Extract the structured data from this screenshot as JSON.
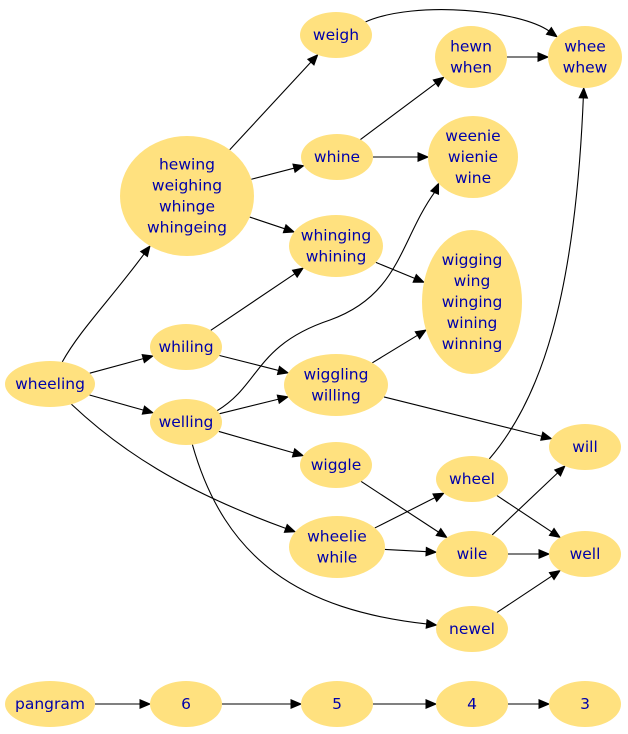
{
  "nodes": [
    {
      "id": "weigh",
      "lines": [
        "weigh"
      ]
    },
    {
      "id": "whee",
      "lines": [
        "whee",
        "whew"
      ]
    },
    {
      "id": "hewn",
      "lines": [
        "hewn",
        "when"
      ]
    },
    {
      "id": "hewing",
      "lines": [
        "hewing",
        "weighing",
        "whinge",
        "whingeing"
      ]
    },
    {
      "id": "whine",
      "lines": [
        "whine"
      ]
    },
    {
      "id": "weenie",
      "lines": [
        "weenie",
        "wienie",
        "wine"
      ]
    },
    {
      "id": "whinging",
      "lines": [
        "whinging",
        "whining"
      ]
    },
    {
      "id": "wigging",
      "lines": [
        "wigging",
        "wing",
        "winging",
        "wining",
        "winning"
      ]
    },
    {
      "id": "whiling",
      "lines": [
        "whiling"
      ]
    },
    {
      "id": "wheeling",
      "lines": [
        "wheeling"
      ]
    },
    {
      "id": "wiggling",
      "lines": [
        "wiggling",
        "willing"
      ]
    },
    {
      "id": "welling",
      "lines": [
        "welling"
      ]
    },
    {
      "id": "will",
      "lines": [
        "will"
      ]
    },
    {
      "id": "wiggle",
      "lines": [
        "wiggle"
      ]
    },
    {
      "id": "wheel",
      "lines": [
        "wheel"
      ]
    },
    {
      "id": "wheelie",
      "lines": [
        "wheelie",
        "while"
      ]
    },
    {
      "id": "wile",
      "lines": [
        "wile"
      ]
    },
    {
      "id": "well",
      "lines": [
        "well"
      ]
    },
    {
      "id": "newel",
      "lines": [
        "newel"
      ]
    },
    {
      "id": "pangram",
      "lines": [
        "pangram"
      ]
    },
    {
      "id": "r6",
      "lines": [
        "6"
      ]
    },
    {
      "id": "r5",
      "lines": [
        "5"
      ]
    },
    {
      "id": "r4",
      "lines": [
        "4"
      ]
    },
    {
      "id": "r3",
      "lines": [
        "3"
      ]
    }
  ],
  "edges": [
    [
      "weigh",
      "whee"
    ],
    [
      "hewn",
      "whee"
    ],
    [
      "whine",
      "hewn"
    ],
    [
      "whine",
      "weenie"
    ],
    [
      "hewing",
      "weigh"
    ],
    [
      "hewing",
      "whine"
    ],
    [
      "hewing",
      "whinging"
    ],
    [
      "whinging",
      "wigging"
    ],
    [
      "wheeling",
      "hewing"
    ],
    [
      "wheeling",
      "whiling"
    ],
    [
      "wheeling",
      "welling"
    ],
    [
      "wheeling",
      "wheelie"
    ],
    [
      "whiling",
      "whinging"
    ],
    [
      "whiling",
      "wiggling"
    ],
    [
      "welling",
      "weenie"
    ],
    [
      "welling",
      "wiggling"
    ],
    [
      "welling",
      "wiggle"
    ],
    [
      "welling",
      "newel"
    ],
    [
      "wiggling",
      "wigging"
    ],
    [
      "wiggling",
      "will"
    ],
    [
      "wiggle",
      "wile"
    ],
    [
      "wheel",
      "whee"
    ],
    [
      "wheel",
      "well"
    ],
    [
      "wheelie",
      "wheel"
    ],
    [
      "wheelie",
      "wile"
    ],
    [
      "wile",
      "will"
    ],
    [
      "wile",
      "well"
    ],
    [
      "newel",
      "well"
    ],
    [
      "pangram",
      "r6"
    ],
    [
      "r6",
      "r5"
    ],
    [
      "r5",
      "r4"
    ],
    [
      "r4",
      "r3"
    ]
  ],
  "colors": {
    "node_fill": "#ffe17f",
    "label": "#0000aa",
    "edge": "#000000"
  }
}
